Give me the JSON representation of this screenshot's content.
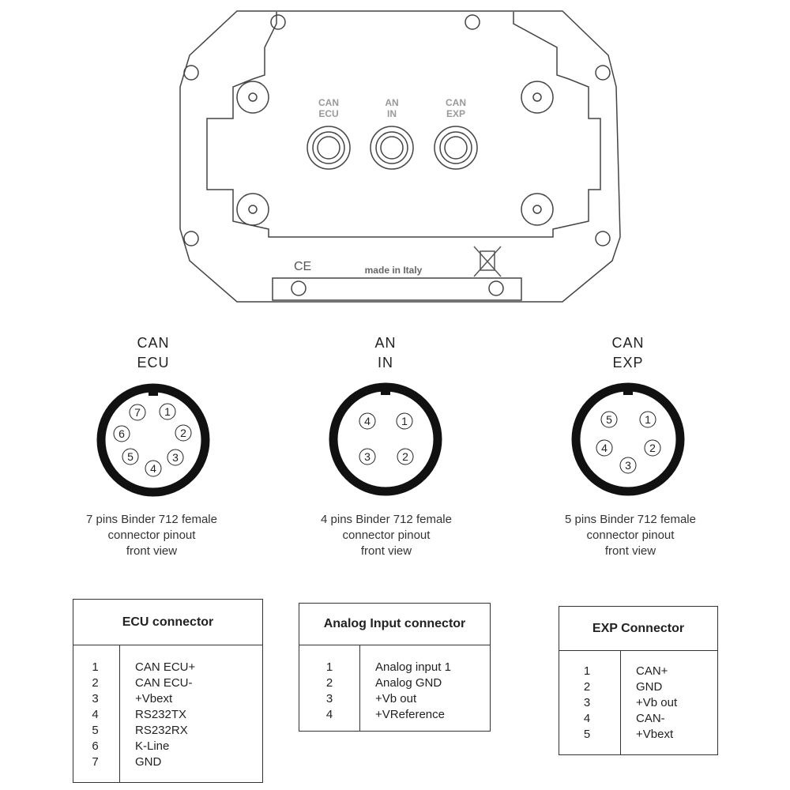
{
  "device": {
    "port_labels": [
      {
        "line1": "CAN",
        "line2": "ECU"
      },
      {
        "line1": "AN",
        "line2": "IN"
      },
      {
        "line1": "CAN",
        "line2": "EXP"
      }
    ],
    "made_in": "made in Italy",
    "ce_mark": "CE"
  },
  "connectors": [
    {
      "title1": "CAN",
      "title2": "ECU",
      "pins": [
        "1",
        "2",
        "3",
        "4",
        "5",
        "6",
        "7"
      ],
      "caption": [
        "7 pins Binder 712 female",
        "connector pinout",
        "front view"
      ]
    },
    {
      "title1": "AN",
      "title2": "IN",
      "pins": [
        "1",
        "2",
        "3",
        "4"
      ],
      "caption": [
        "4 pins Binder 712 female",
        "connector pinout",
        "front view"
      ]
    },
    {
      "title1": "CAN",
      "title2": "EXP",
      "pins": [
        "1",
        "2",
        "3",
        "4",
        "5"
      ],
      "caption": [
        "5 pins Binder 712 female",
        "connector pinout",
        "front view"
      ]
    }
  ],
  "tables": [
    {
      "header": "ECU connector",
      "rows": [
        {
          "pin": "1",
          "signal": "CAN ECU+"
        },
        {
          "pin": "2",
          "signal": "CAN ECU-"
        },
        {
          "pin": "3",
          "signal": "+Vbext"
        },
        {
          "pin": "4",
          "signal": "RS232TX"
        },
        {
          "pin": "5",
          "signal": "RS232RX"
        },
        {
          "pin": "6",
          "signal": "K-Line"
        },
        {
          "pin": "7",
          "signal": "GND"
        }
      ]
    },
    {
      "header": "Analog Input connector",
      "rows": [
        {
          "pin": "1",
          "signal": "Analog input 1"
        },
        {
          "pin": "2",
          "signal": "Analog GND"
        },
        {
          "pin": "3",
          "signal": "+Vb out"
        },
        {
          "pin": "4",
          "signal": "+VReference"
        }
      ]
    },
    {
      "header": "EXP Connector",
      "rows": [
        {
          "pin": "1",
          "signal": "CAN+"
        },
        {
          "pin": "2",
          "signal": "GND"
        },
        {
          "pin": "3",
          "signal": "+Vb out"
        },
        {
          "pin": "4",
          "signal": "CAN-"
        },
        {
          "pin": "5",
          "signal": "+Vbext"
        }
      ]
    }
  ]
}
